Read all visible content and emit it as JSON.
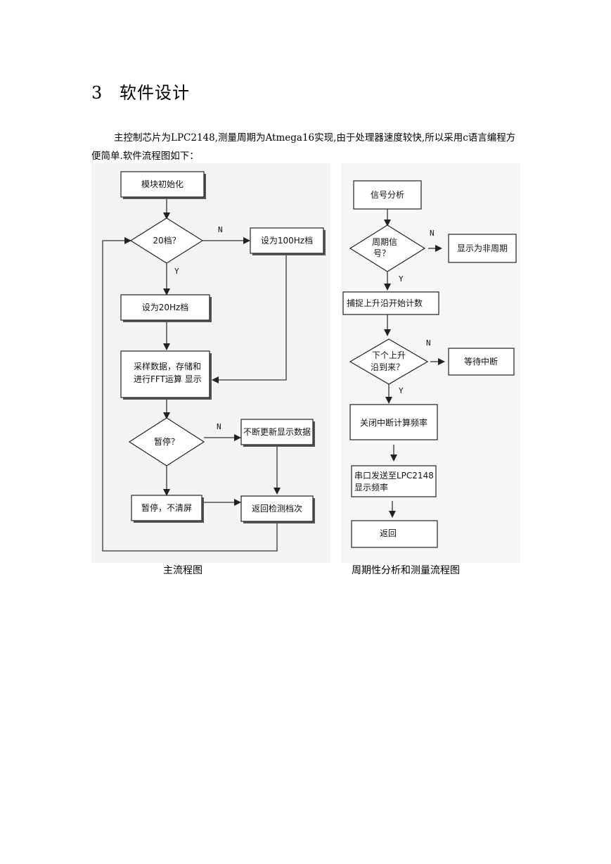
{
  "section": {
    "number": "3",
    "title": "软件设计"
  },
  "paragraph": "主控制芯片为LPC2148,测量周期为Atmega16实现,由于处理器速度较快,所以采用c语言编程方便简单.软件流程图如下：",
  "main_flow": {
    "caption": "主流程图",
    "init": "模块初始化",
    "decision_20": "20档？",
    "set_100": "设为100Hz档",
    "set_20": "设为20Hz档",
    "sample_line1": "采样数据，存储和",
    "sample_line2": "进行FFT运算 显示",
    "decision_pause": "暂停？",
    "refresh": "不断更新显示数据",
    "pause_keep": "暂停，不清屏",
    "return_detect": "返回检测档次",
    "no": "N",
    "yes": "Y"
  },
  "period_flow": {
    "caption": "周期性分析和测量流程图",
    "signal": "信号分析",
    "decision_periodic_line1": "周期信",
    "decision_periodic_line2": "号？",
    "non_periodic": "显示为非周期",
    "capture": "捕捉上升沿开始计数",
    "decision_next_line1": "下个上升",
    "decision_next_line2": "沿到来？",
    "wait": "等待中断",
    "close_int": "关闭中断计算频率",
    "send_line1": "串口发送至LPC2148",
    "send_line2": "显示频率",
    "ret": "返回",
    "no": "N",
    "yes": "Y"
  }
}
